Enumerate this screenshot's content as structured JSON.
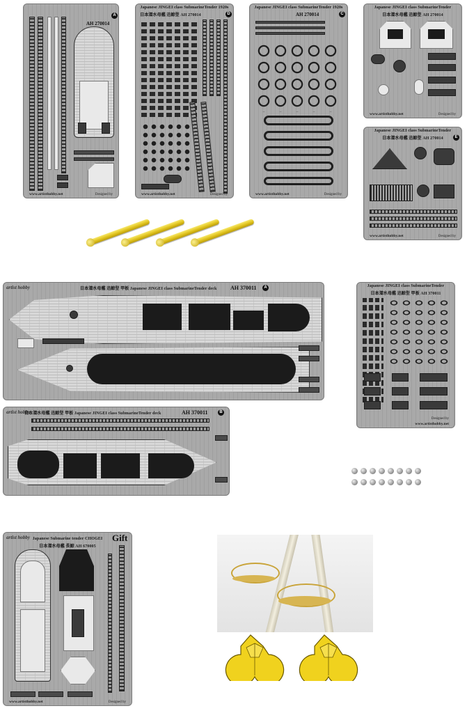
{
  "fret_a": {
    "code": "AH 270014",
    "letter": "A",
    "url": "www.artisthobby.net",
    "designed": "Designed by"
  },
  "fret_d": {
    "title_cn": "日本潜水母艦 迅鯨型",
    "title_en": "Japanese JINGEI class SubmarineTender 1920s",
    "code": "AH 270014",
    "letter": "D",
    "url": "www.artisthobby.net",
    "designed": "Designed by"
  },
  "fret_c": {
    "title_en": "Japanese JINGEI class SubmarineTender 1920s",
    "code": "AH 270014",
    "letter": "C",
    "url": "www.artisthobby.net",
    "designed": "Designed by"
  },
  "fret_top_right": {
    "title_en": "Japanese JINGEI class SubmarineTender",
    "title_cn": "日本潜水母艦 迅鯨型",
    "code": "AH 270014",
    "url": "www.artisthobby.net",
    "designed": "Designed by"
  },
  "fret_e": {
    "title_en": "Japanese JINGEI class SubmarineTender",
    "title_cn": "日本潜水母艦 迅鯨型",
    "code": "AH 270014",
    "letter": "E",
    "url": "www.artisthobby.net",
    "designed": "Designed by"
  },
  "deck_a": {
    "title": "日本潜水母艦 迅鯨型 甲板  Japanese JINGEI class SubmarineTender deck",
    "code": "AH 370011",
    "letter": "A"
  },
  "deck_b": {
    "title": "日本潜水母艦 迅鯨型 甲板  Japanese JINGEI class SubmarineTender deck",
    "code": "AH 370011",
    "letter": "B"
  },
  "fret_deck_small": {
    "title_en": "Japanese JINGEI class SubmarineTender",
    "title_cn": "日本潜水母艦 迅鯨型 甲板 AH 370011",
    "designed": "Designed by",
    "url": "www.artisthobby.net"
  },
  "fret_chogei": {
    "title_en": "Japanese Submarine tender CHOGEI",
    "title_cn": "日本潜水母艦 長鯨",
    "code": "AH 670005",
    "gift": "Gift",
    "url": "www.artisthobby.net",
    "designed": "Designed by"
  },
  "logo_text": "artist hobby",
  "colors": {
    "fret_grey": "#a9a9a9",
    "brass_yellow": "#e7cf2a",
    "etch_black": "#1b1b1b"
  }
}
